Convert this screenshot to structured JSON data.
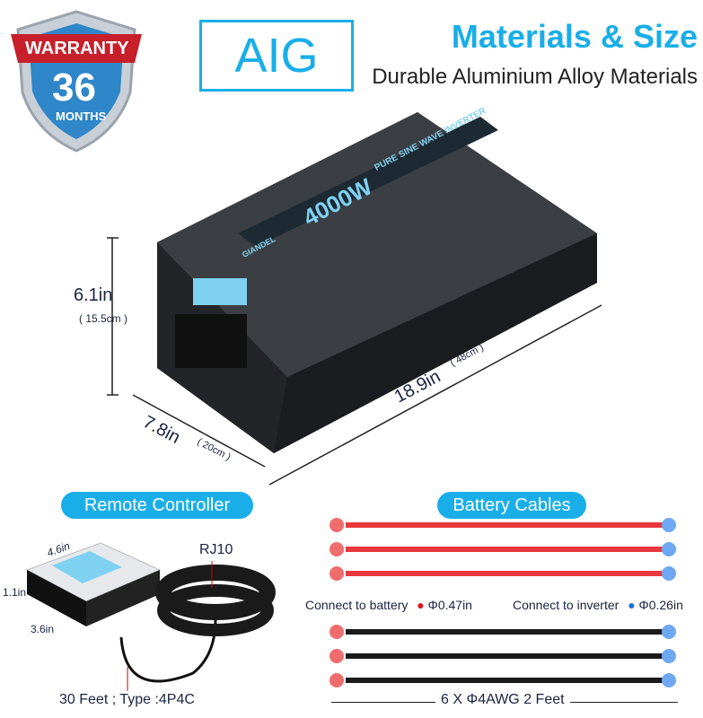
{
  "warranty": {
    "label": "WARRANTY",
    "number": "36",
    "unit": "MONTHS"
  },
  "brand_logo": "AIG",
  "header": {
    "title": "Materials & Size",
    "subtitle": "Durable Aluminium Alloy Materials"
  },
  "product": {
    "power": "4000W",
    "model_text": "PURE SINE WAVE INVERTER",
    "brand": "GIANDEL"
  },
  "dimensions": {
    "height": "6.1in",
    "height_cm": "( 15.5cm )",
    "width": "7.8in",
    "width_cm": "( 20cm )",
    "length": "18.9in",
    "length_cm": "( 48cm )"
  },
  "remote": {
    "title": "Remote Controller",
    "width": "4.6in",
    "height": "1.1in",
    "depth": "3.6in",
    "connector": "RJ10",
    "cable": "30 Feet ; Type :4P4C"
  },
  "cables": {
    "title": "Battery Cables",
    "battery_label": "Connect to battery",
    "battery_size": "Φ0.47in",
    "inverter_label": "Connect to inverter",
    "inverter_size": "Φ0.26in",
    "spec": "6 X Φ4AWG 2 Feet",
    "colors": {
      "red": "#e8383d",
      "black": "#1a1a1a",
      "battery_dot": "#e0161c",
      "inverter_dot": "#1f6fe0"
    }
  }
}
